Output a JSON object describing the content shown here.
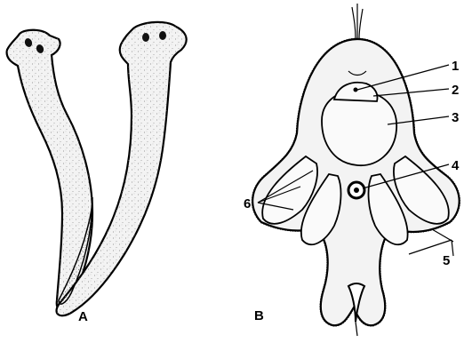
{
  "figure": {
    "panel_labels": {
      "a": "A",
      "b": "B"
    },
    "callouts": [
      "1",
      "2",
      "3",
      "4",
      "5",
      "6"
    ]
  },
  "colors": {
    "ink": "#000000",
    "paper": "#ffffff",
    "tint": "#f3f3f3"
  }
}
